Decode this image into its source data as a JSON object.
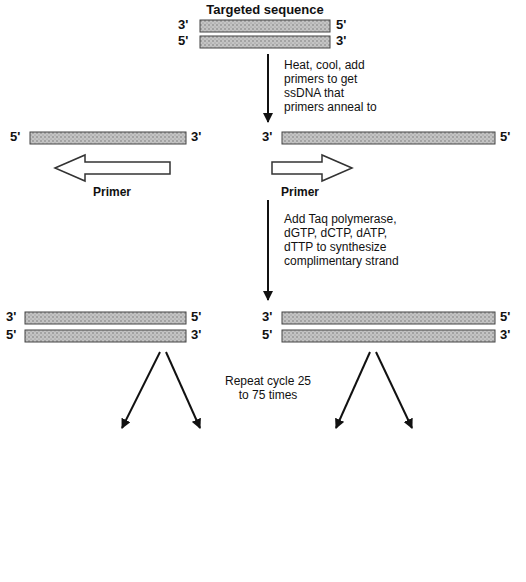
{
  "diagram": {
    "labels": [
      "Targeted sequence",
      "3'",
      "5'",
      "5'",
      "3'",
      "Heat, cool, add primers to get ssDNA that primers anneal to",
      "5'",
      "3'",
      "3'",
      "5'",
      "Primer",
      "Primer",
      "Add Taq polymerase, dGTP, dCTP, dATP, dTTP to synthesize complimentary strand",
      "3'",
      "5'",
      "3'",
      "5'",
      "5'",
      "3'",
      "5'",
      "3'",
      "Repeat cycle 25 to 75 times"
    ]
  }
}
